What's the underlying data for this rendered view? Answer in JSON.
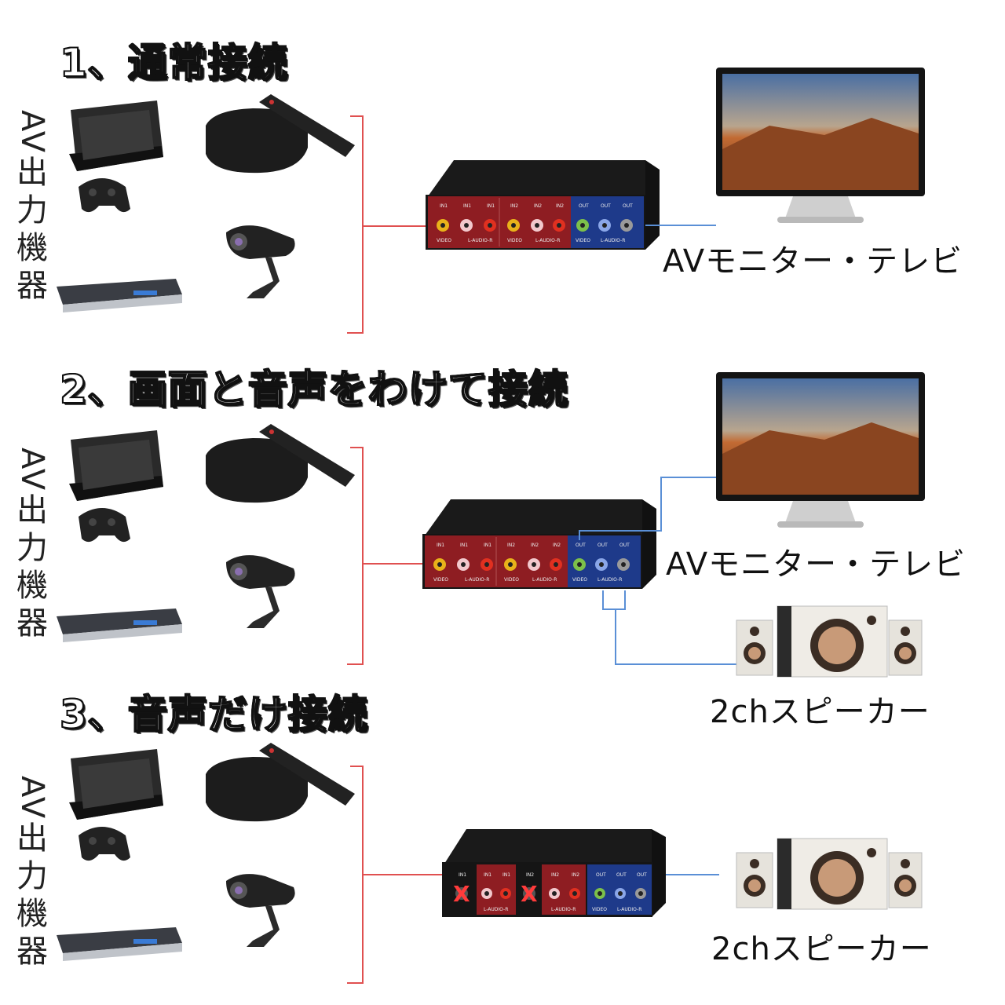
{
  "headings": [
    "1、通常接続",
    "2、画面と音声をわけて接続",
    "3、音声だけ接続"
  ],
  "sources_label": {
    "latin": "AV",
    "kanji": [
      "出",
      "力",
      "機",
      "器"
    ]
  },
  "monitor_label": "AVモニター・テレビ",
  "speaker_label": "2chスピーカー",
  "port_labels": {
    "in1": "IN1",
    "in2": "IN2",
    "out": "OUT",
    "video": "VIDEO",
    "audio": "L-AUDIO-R"
  },
  "colors": {
    "input_panel": "#8e1d22",
    "output_panel": "#1e3a8a",
    "bracket": "#e05050",
    "output_line": "#5a8fd6",
    "video_jack": "#e8b21a",
    "white_jack": "#f2c8cc",
    "red_jack": "#e03020",
    "green_jack": "#7cc04a",
    "blue_jack": "#8aa6e8",
    "gray_jack": "#9a9a9a",
    "cross_mark": "#ff3b3b"
  },
  "icons": [
    "game-console-icon",
    "gamepad-icon",
    "tv-box-icon",
    "remote-icon",
    "camera-icon",
    "dvd-player-icon",
    "av-switch-icon",
    "monitor-icon",
    "speaker-icon",
    "cross-mark-icon"
  ]
}
